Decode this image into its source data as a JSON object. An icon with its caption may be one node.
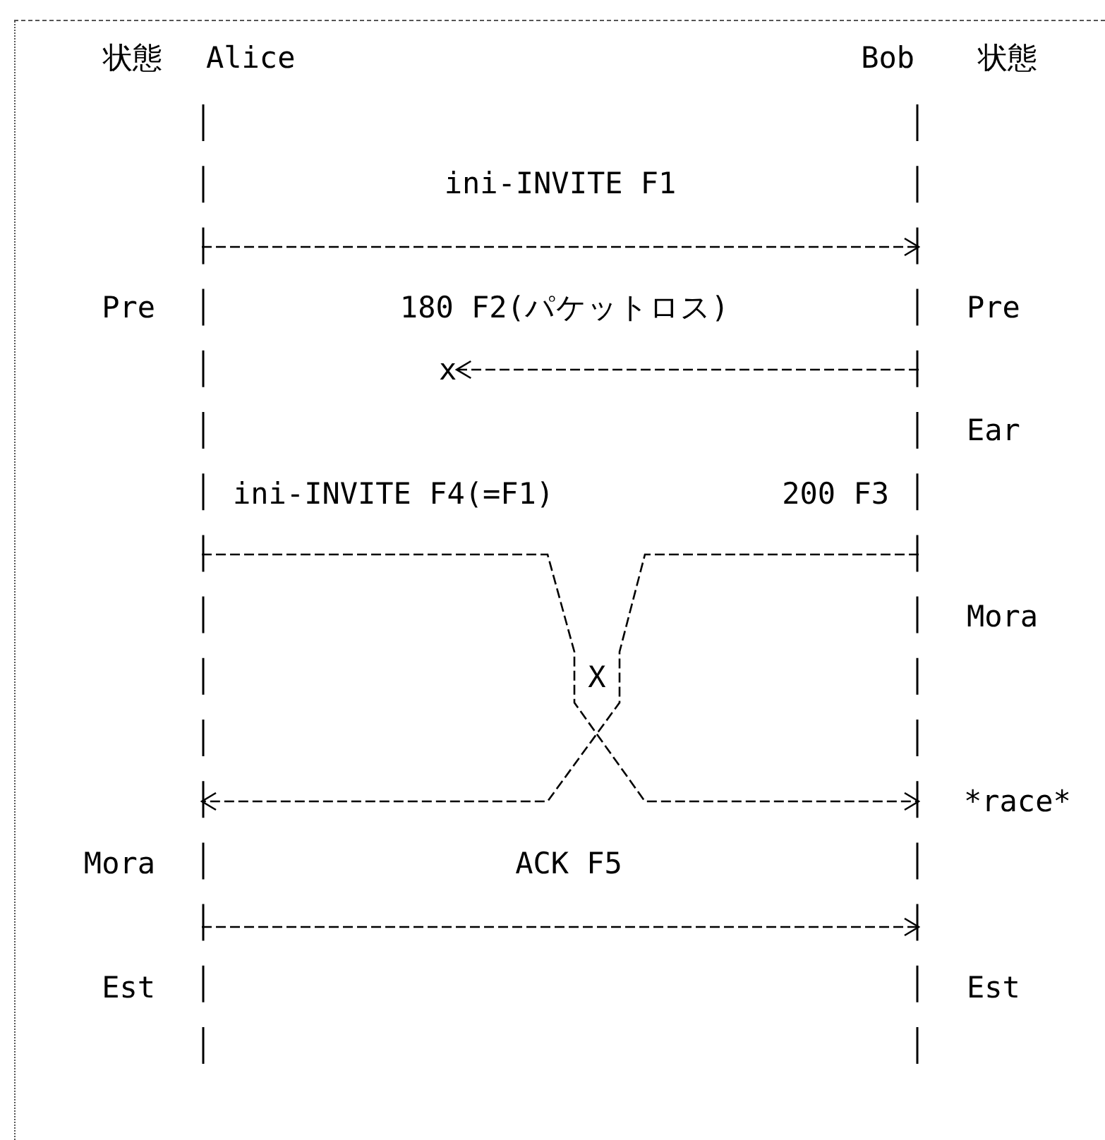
{
  "diagram": {
    "nodes": [
      {
        "text": [
          "Alice"
        ]
      },
      {
        "text": [
          "Bob"
        ]
      },
      {
        "text": [
          "x"
        ]
      }
    ],
    "edges": [
      {
        "from": 0,
        "to": 1,
        "arrow": "to",
        "label": "ini-INVITE F1"
      },
      {
        "from": 1,
        "to": 2,
        "arrow": "to",
        "label": "180 F2(パケットロス)"
      },
      {
        "from": 0,
        "to": 1,
        "arrow": "to",
        "label": "ini-INVITE F4(=F1)"
      },
      {
        "from": 1,
        "to": 0,
        "arrow": "to",
        "label": "200 F3"
      },
      {
        "from": 0,
        "to": 1,
        "arrow": "to",
        "label": "ACK F5"
      }
    ],
    "labels": [
      "状態",
      "状態",
      "Pre",
      "Pre",
      "Ear",
      "Mora",
      "X",
      "*race*",
      "Mora",
      "Est",
      "Est"
    ]
  }
}
